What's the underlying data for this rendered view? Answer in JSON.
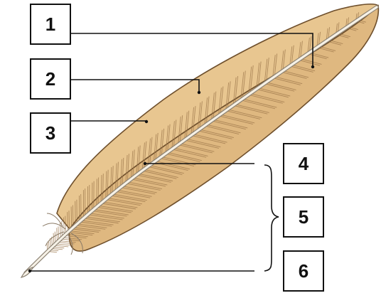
{
  "labels": [
    {
      "id": "1",
      "text": "1"
    },
    {
      "id": "2",
      "text": "2"
    },
    {
      "id": "3",
      "text": "3"
    },
    {
      "id": "4",
      "text": "4"
    },
    {
      "id": "5",
      "text": "5"
    },
    {
      "id": "6",
      "text": "6"
    }
  ],
  "colors": {
    "vane_fill": "#e6c28e",
    "vane_stroke": "#7a5a35",
    "barb_line": "#9a7448",
    "shaft": "#f4efe4",
    "shaft_stroke": "#8b8172",
    "leader_line": "#111111",
    "box_border": "#111111"
  },
  "icons": {
    "feather": "feather-illustration"
  }
}
